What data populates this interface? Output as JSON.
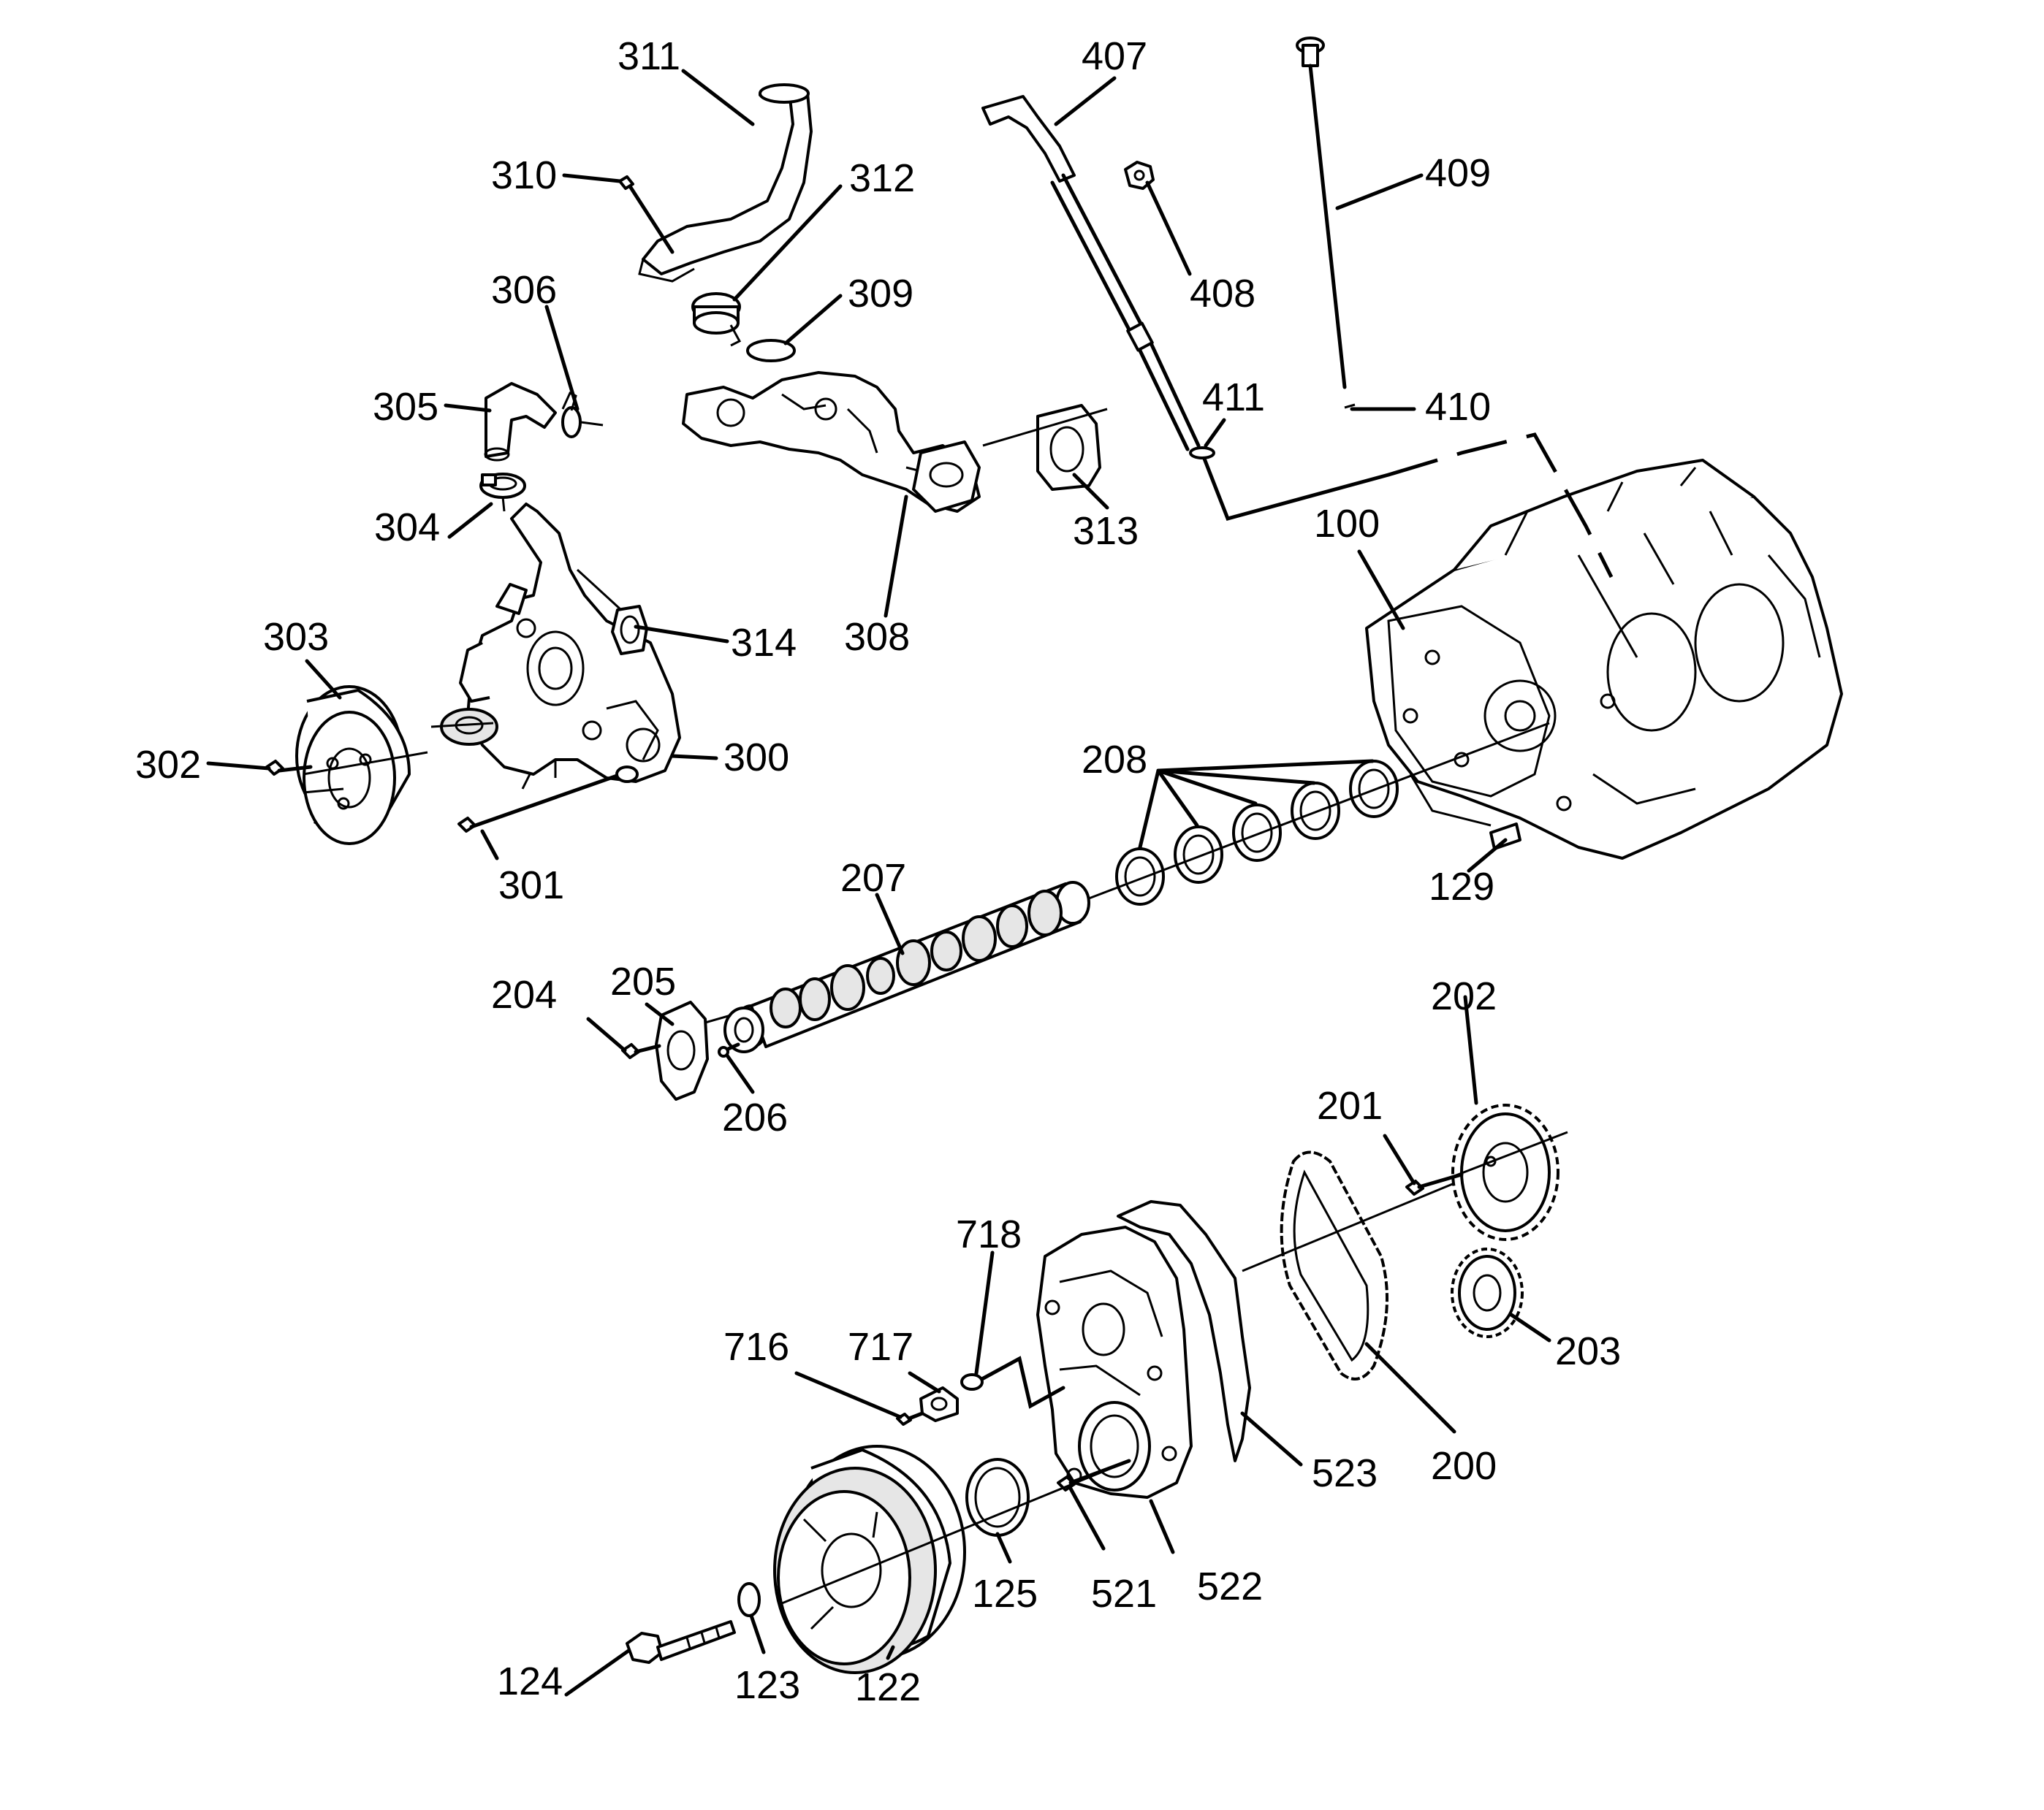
{
  "labels": {
    "l100": "100",
    "l122": "122",
    "l123": "123",
    "l124": "124",
    "l125": "125",
    "l129": "129",
    "l200": "200",
    "l201": "201",
    "l202": "202",
    "l203": "203",
    "l204": "204",
    "l205": "205",
    "l206": "206",
    "l207": "207",
    "l208": "208",
    "l300": "300",
    "l301": "301",
    "l302": "302",
    "l303": "303",
    "l304": "304",
    "l305": "305",
    "l306": "306",
    "l308": "308",
    "l309": "309",
    "l310": "310",
    "l311": "311",
    "l312": "312",
    "l313": "313",
    "l314": "314",
    "l407": "407",
    "l408": "408",
    "l409": "409",
    "l410": "410",
    "l411": "411",
    "l521": "521",
    "l522": "522",
    "l523": "523",
    "l716": "716",
    "l717": "717",
    "l718": "718"
  }
}
